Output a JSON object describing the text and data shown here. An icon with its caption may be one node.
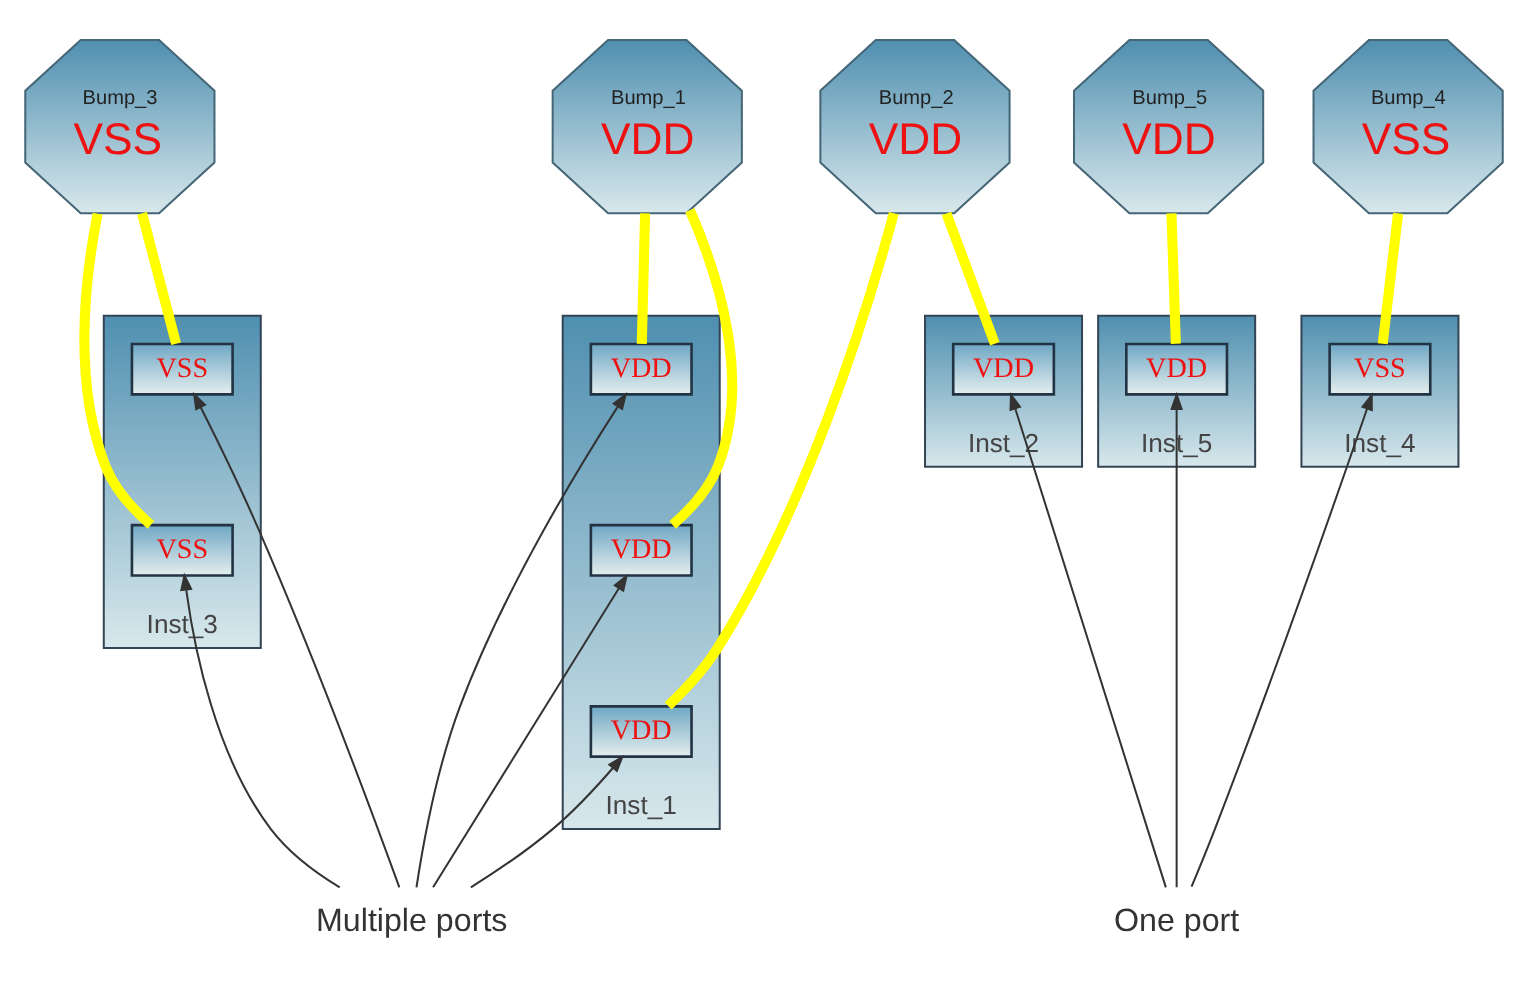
{
  "diagram": {
    "nodes": [
      {
        "text": [
          "Bump_1",
          "VDD"
        ]
      },
      {
        "text": [
          "Bump_2",
          "VDD"
        ]
      },
      {
        "text": [
          "Bump_3",
          "VSS"
        ]
      },
      {
        "text": [
          "Bump_4",
          "VSS"
        ]
      },
      {
        "text": [
          "Bump_5",
          "VDD"
        ]
      },
      {
        "text": [
          "Inst_1"
        ]
      },
      {
        "text": [
          "VDD"
        ],
        "in": 5
      },
      {
        "text": [
          "VDD"
        ],
        "in": 5
      },
      {
        "text": [
          "VDD"
        ],
        "in": 5
      },
      {
        "text": [
          "Inst_2"
        ]
      },
      {
        "text": [
          "VDD"
        ],
        "in": 9
      },
      {
        "text": [
          "Inst_3"
        ]
      },
      {
        "text": [
          "VSS"
        ],
        "in": 11
      },
      {
        "text": [
          "VSS"
        ],
        "in": 11
      },
      {
        "text": [
          "Inst_4"
        ]
      },
      {
        "text": [
          "VSS"
        ],
        "in": 14
      },
      {
        "text": [
          "Inst_5"
        ]
      },
      {
        "text": [
          "VDD"
        ],
        "in": 16
      },
      {
        "text": [
          "Multiple ports"
        ]
      },
      {
        "text": [
          "One port"
        ]
      }
    ],
    "edges": [
      {
        "from": 0,
        "to": 6,
        "arrow": "none",
        "style": "thick",
        "color": "#ffff00"
      },
      {
        "from": 0,
        "to": 7,
        "arrow": "none",
        "style": "thick",
        "color": "#ffff00"
      },
      {
        "from": 1,
        "to": 8,
        "arrow": "none",
        "style": "thick",
        "color": "#ffff00"
      },
      {
        "from": 1,
        "to": 10,
        "arrow": "none",
        "style": "thick",
        "color": "#ffff00"
      },
      {
        "from": 2,
        "to": 12,
        "arrow": "none",
        "style": "thick",
        "color": "#ffff00"
      },
      {
        "from": 2,
        "to": 13,
        "arrow": "none",
        "style": "thick",
        "color": "#ffff00"
      },
      {
        "from": 3,
        "to": 15,
        "arrow": "none",
        "style": "thick",
        "color": "#ffff00"
      },
      {
        "from": 4,
        "to": 17,
        "arrow": "none",
        "style": "thick",
        "color": "#ffff00"
      },
      {
        "from": 18,
        "to": 6,
        "arrow": "to",
        "color": "#333333"
      },
      {
        "from": 18,
        "to": 7,
        "arrow": "to",
        "color": "#333333"
      },
      {
        "from": 18,
        "to": 8,
        "arrow": "to",
        "color": "#333333"
      },
      {
        "from": 18,
        "to": 12,
        "arrow": "to",
        "color": "#333333"
      },
      {
        "from": 18,
        "to": 13,
        "arrow": "to",
        "color": "#333333"
      },
      {
        "from": 19,
        "to": 10,
        "arrow": "to",
        "color": "#333333"
      },
      {
        "from": 19,
        "to": 15,
        "arrow": "to",
        "color": "#333333"
      },
      {
        "from": 19,
        "to": 17,
        "arrow": "to",
        "color": "#333333"
      }
    ]
  }
}
